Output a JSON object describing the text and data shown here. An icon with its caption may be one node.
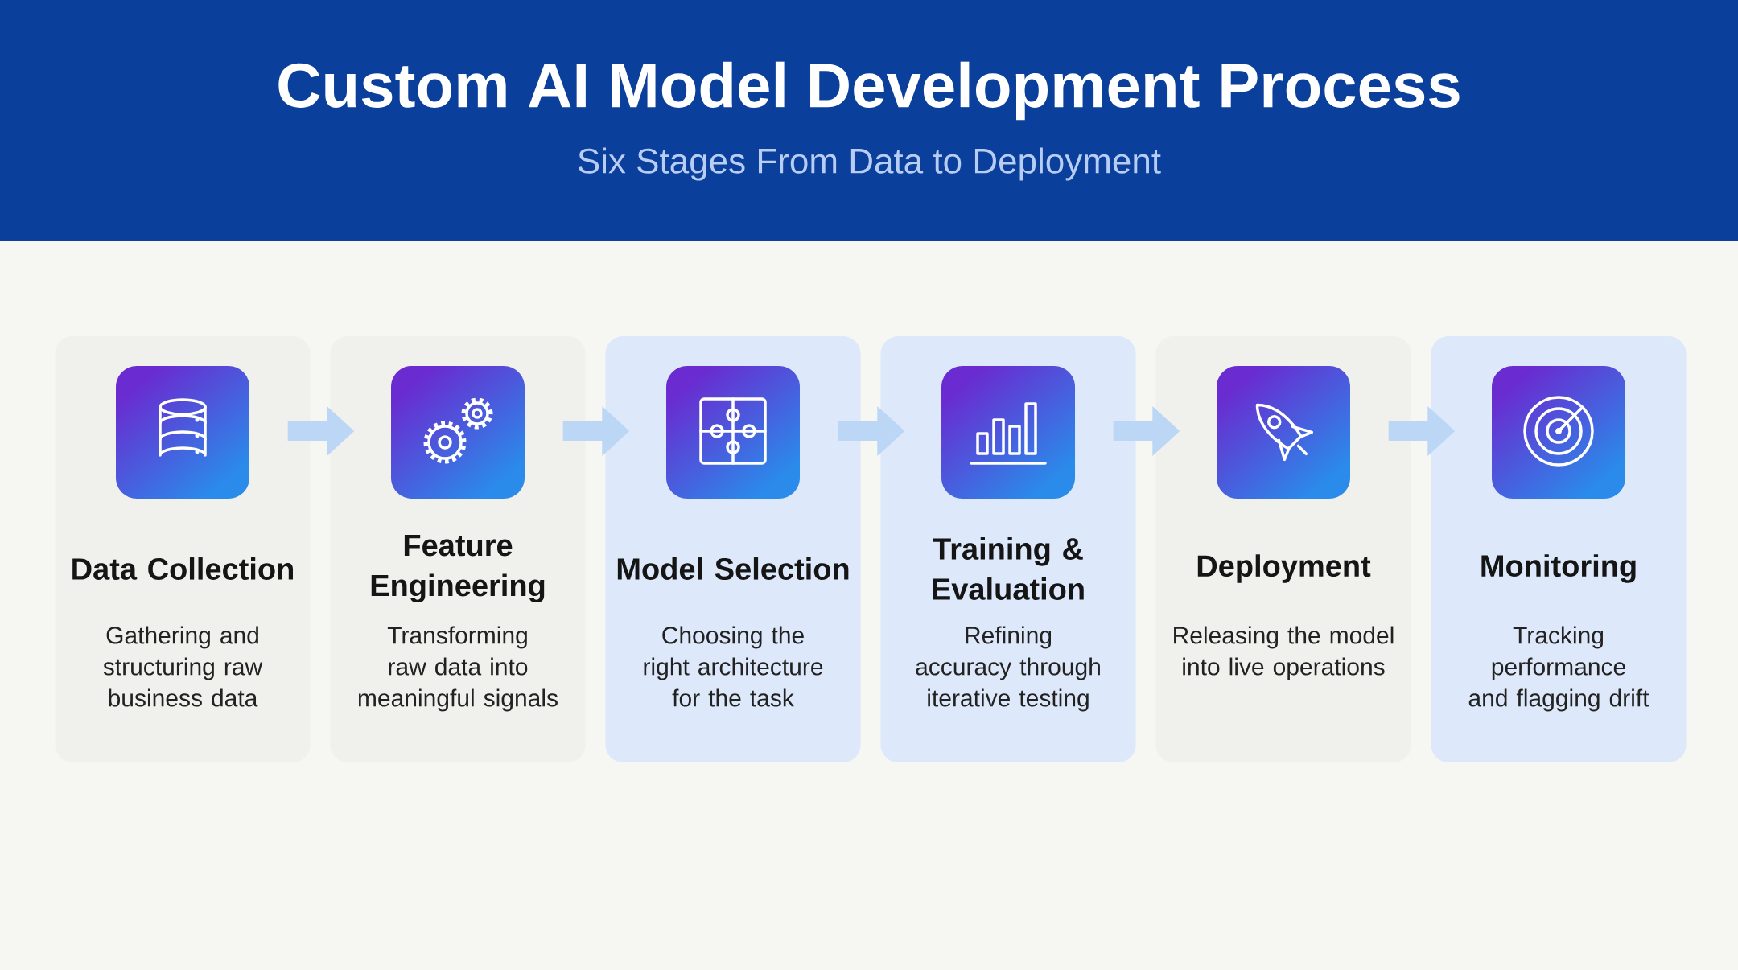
{
  "diagram": {
    "title": "Custom AI Model Development Process",
    "nodes": [
      {
        "text": [
          "Data Collection",
          "Gathering and structuring raw business data"
        ]
      },
      {
        "text": [
          "Feature Engineering",
          "Transforming raw data into meaningful signals"
        ]
      },
      {
        "text": [
          "Model Selection",
          "Choosing the right architecture for the task"
        ]
      },
      {
        "text": [
          "Training & Evaluation",
          "Refining accuracy through iterative testing"
        ]
      },
      {
        "text": [
          "Deployment",
          "Releasing the model into live operations"
        ]
      },
      {
        "text": [
          "Monitoring",
          "Tracking performance and flagging drift"
        ]
      }
    ],
    "edges": [
      {
        "from": 0,
        "to": 1,
        "arrow": "to"
      },
      {
        "from": 1,
        "to": 2,
        "arrow": "to"
      },
      {
        "from": 2,
        "to": 3,
        "arrow": "to"
      },
      {
        "from": 3,
        "to": 4,
        "arrow": "to"
      },
      {
        "from": 4,
        "to": 5,
        "arrow": "to"
      }
    ],
    "labels": [
      "Six Stages From Data to Deployment"
    ]
  }
}
